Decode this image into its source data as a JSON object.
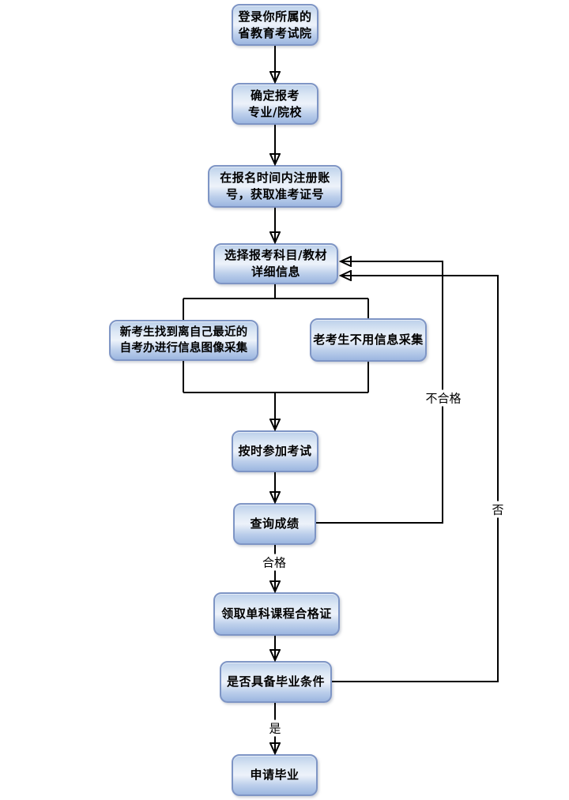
{
  "flowchart": {
    "nodes": {
      "login": "登录你所属的\n省教育考试院",
      "choose_major": "确定报考\n专业/院校",
      "register": "在报名时间内注册账\n号，获取准考证号",
      "select_subjects": "选择报考科目/教材\n详细信息",
      "new_student": "新考生找到离自己最近的\n自考办进行信息图像采集",
      "old_student": "老考生不用信息采集",
      "attend_exam": "按时参加考试",
      "check_results": "查询成绩",
      "get_certificate": "领取单科课程合格证",
      "graduation_check": "是否具备毕业条件",
      "apply_graduation": "申请毕业"
    },
    "edge_labels": {
      "pass": "合格",
      "fail": "不合格",
      "yes": "是",
      "no": "否"
    },
    "colors": {
      "node_fill_top": "#bcd0ea",
      "node_fill_middle": "#edf2fa",
      "node_fill_bottom": "#9cb6e0",
      "node_border": "#7e95c5",
      "connector_line": "#000000",
      "text": "#000000",
      "background": "#ffffff"
    }
  }
}
